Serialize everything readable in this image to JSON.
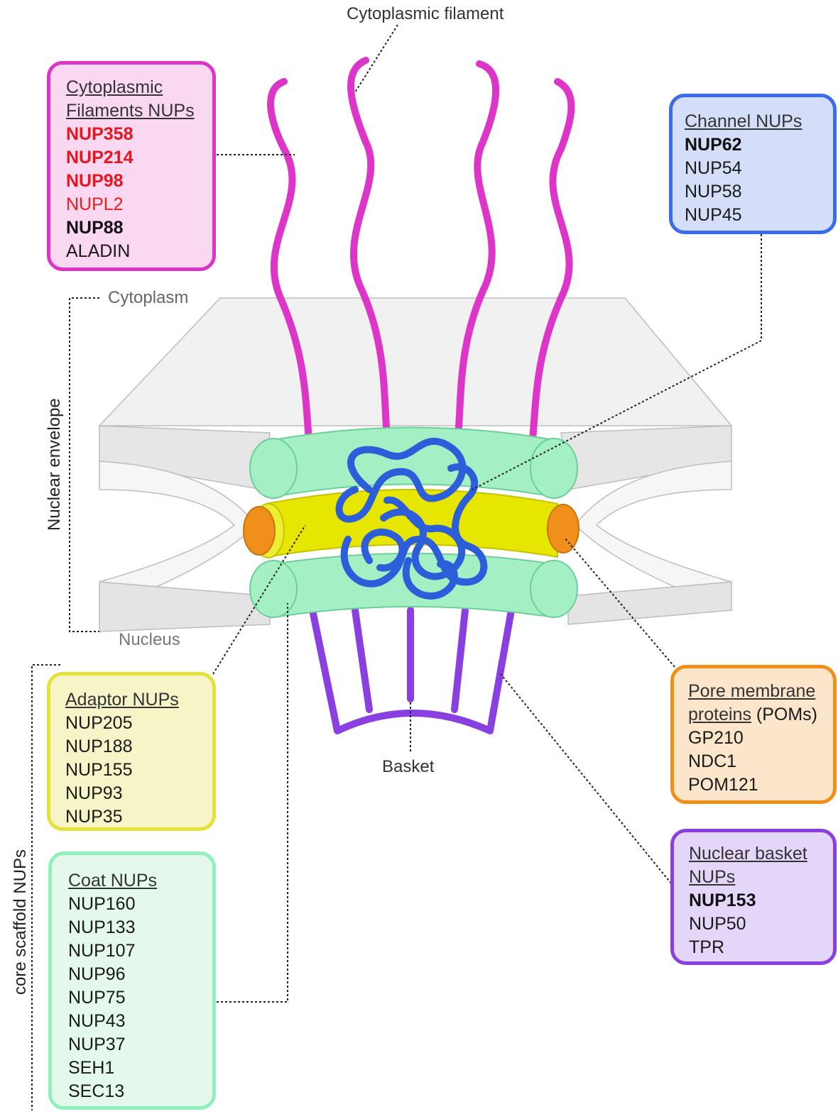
{
  "labels": {
    "cytoplasmic_filament": "Cytoplasmic filament",
    "cytoplasm": "Cytoplasm",
    "nucleus": "Nucleus",
    "basket": "Basket",
    "nuclear_envelope": "Nuclear envelope",
    "core_scaffold": "core scaffold NUPs"
  },
  "boxes": {
    "cytoplasmic_filaments": {
      "title_1": "Cytoplasmic",
      "title_2": "Filaments NUPs",
      "items": [
        "NUP358",
        "NUP214",
        "NUP98",
        "NUPL2",
        "NUP88",
        "ALADIN"
      ]
    },
    "channel": {
      "title": "Channel NUPs",
      "items": [
        "NUP62",
        "NUP54",
        "NUP58",
        "NUP45"
      ]
    },
    "adaptor": {
      "title": "Adaptor NUPs",
      "items": [
        "NUP205",
        "NUP188",
        "NUP155",
        "NUP93",
        "NUP35"
      ]
    },
    "coat": {
      "title": "Coat NUPs",
      "items": [
        "NUP160",
        "NUP133",
        "NUP107",
        "NUP96",
        "NUP75",
        "NUP43",
        "NUP37",
        "SEH1",
        "SEC13"
      ]
    },
    "pore_membrane": {
      "title_1": "Pore membrane",
      "title_2": "proteins",
      "title_2_suffix": " (POMs)",
      "items": [
        "GP210",
        "NDC1",
        "POM121"
      ]
    },
    "nuclear_basket": {
      "title_1": "Nuclear basket",
      "title_2": "NUPs",
      "items": [
        "NUP153",
        "NUP50",
        "TPR"
      ]
    }
  },
  "colors": {
    "filament": "#dd35c8",
    "channel_fg": "#2b5ed8",
    "coat": "#a4f0c4",
    "adaptor": "#e6e600",
    "pom": "#f0901a",
    "basket": "#8a3fe0",
    "envelope": "#ececec"
  }
}
